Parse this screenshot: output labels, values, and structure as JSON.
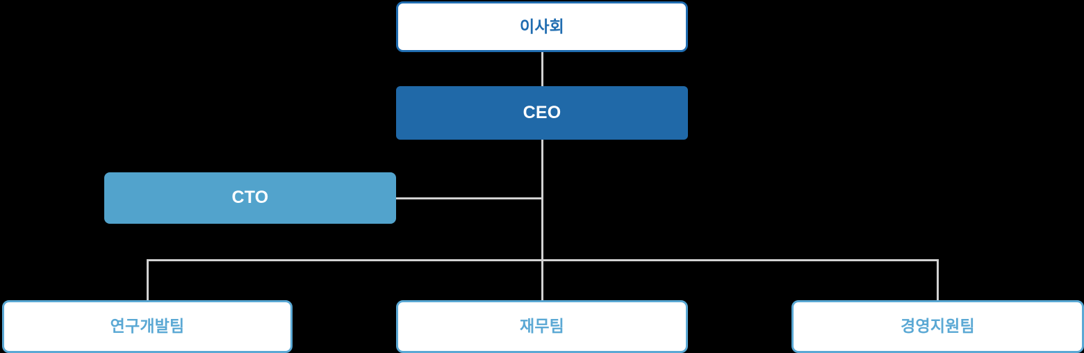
{
  "chart_data": {
    "type": "diagram",
    "diagram_type": "organization-chart",
    "title": "",
    "orientation": "top-down",
    "background": "#000000",
    "connector_color": "#d2d2d2",
    "nodes": [
      {
        "id": "board",
        "label": "이사회",
        "level": 0,
        "style": "outlined",
        "fill": "#ffffff",
        "border_color": "#1f6cb0",
        "text_color": "#1f6cb0"
      },
      {
        "id": "ceo",
        "label": "CEO",
        "level": 1,
        "style": "filled-dark",
        "fill": "#2069a8",
        "border_color": "#2069a8",
        "text_color": "#ffffff"
      },
      {
        "id": "cto",
        "label": "CTO",
        "level": 2,
        "style": "filled-light",
        "fill": "#52a3cc",
        "border_color": "#52a3cc",
        "text_color": "#ffffff"
      },
      {
        "id": "rnd",
        "label": "연구개발팀",
        "level": 3,
        "style": "outlined",
        "fill": "#ffffff",
        "border_color": "#5aa8d4",
        "text_color": "#5aa8d4"
      },
      {
        "id": "finance",
        "label": "재무팀",
        "level": 3,
        "style": "outlined",
        "fill": "#ffffff",
        "border_color": "#5aa8d4",
        "text_color": "#5aa8d4"
      },
      {
        "id": "admin",
        "label": "경영지원팀",
        "level": 3,
        "style": "outlined",
        "fill": "#ffffff",
        "border_color": "#5aa8d4",
        "text_color": "#5aa8d4"
      }
    ],
    "edges": [
      {
        "from": "board",
        "to": "ceo"
      },
      {
        "from": "ceo",
        "to": "cto"
      },
      {
        "from": "ceo",
        "to": "rnd"
      },
      {
        "from": "ceo",
        "to": "finance"
      },
      {
        "from": "ceo",
        "to": "admin"
      }
    ]
  },
  "org": {
    "board": {
      "label": "이사회"
    },
    "ceo": {
      "label": "CEO"
    },
    "cto": {
      "label": "CTO"
    },
    "teams": [
      {
        "label": "연구개발팀"
      },
      {
        "label": "재무팀"
      },
      {
        "label": "경영지원팀"
      }
    ]
  }
}
